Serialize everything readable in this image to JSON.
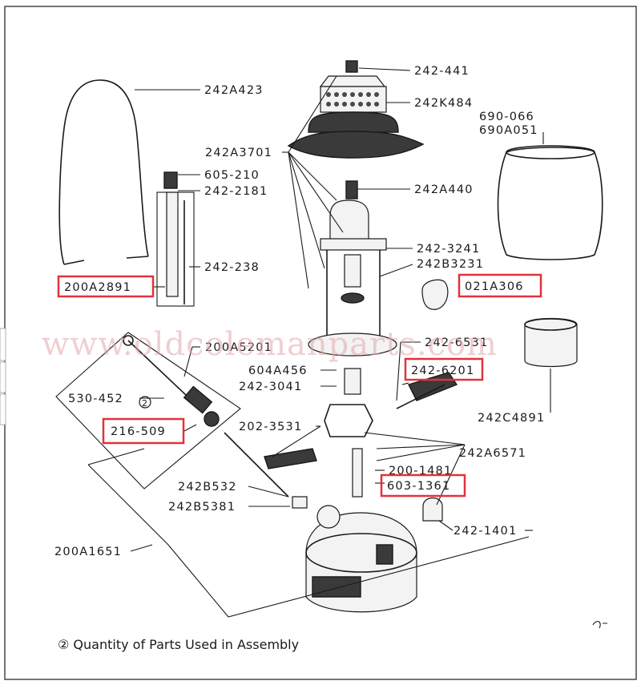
{
  "watermark": "www.oldcolemanparts.com",
  "footnote": "② Quantity of Parts Used in Assembly",
  "highlight_color": "#e0333c",
  "parts": {
    "p242_441": "242-441",
    "p242A423": "242A423",
    "p242K484": "242K484",
    "p690_066": "690-066",
    "p690A051": "690A051",
    "p242A3701": "242A3701",
    "p605_210": "605-210",
    "p242_2181": "242-2181",
    "p242A440": "242A440",
    "p242_238": "242-238",
    "p242_3241": "242-3241",
    "p242B3231": "242B3231",
    "p200A2891": "200A2891",
    "p021A306": "021A306",
    "p200A5201": "200A5201",
    "p242_6531": "242-6531",
    "p604A456": "604A456",
    "p242_6201": "242-6201",
    "p242_3041": "242-3041",
    "p530_452": "530-452",
    "p216_509": "216-509",
    "p242C4891": "242C4891",
    "p202_3531": "202-3531",
    "p242A6571": "242A6571",
    "p200_1481": "200-1481",
    "p242B532": "242B532",
    "p603_1361": "603-1361",
    "p242B5381": "242B5381",
    "p242_1401": "242-1401",
    "p200A1651": "200A1651"
  }
}
